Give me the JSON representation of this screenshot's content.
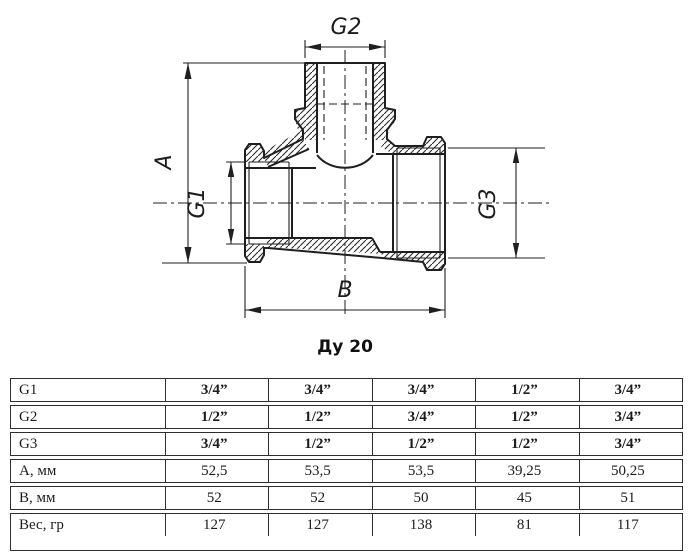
{
  "drawing": {
    "caption": "Ду 20",
    "labels": {
      "a": "A",
      "b": "B",
      "g1": "G1",
      "g2": "G2",
      "g3": "G3"
    }
  },
  "table": {
    "rows": [
      {
        "label": "G1",
        "values": [
          "3/4”",
          "3/4”",
          "3/4”",
          "1/2”",
          "3/4”"
        ]
      },
      {
        "label": "G2",
        "values": [
          "1/2”",
          "1/2”",
          "3/4”",
          "1/2”",
          "3/4”"
        ]
      },
      {
        "label": "G3",
        "values": [
          "3/4”",
          "1/2”",
          "1/2”",
          "1/2”",
          "3/4”"
        ]
      },
      {
        "label": "А, мм",
        "values": [
          "52,5",
          "53,5",
          "53,5",
          "39,25",
          "50,25"
        ]
      },
      {
        "label": "В, мм",
        "values": [
          "52",
          "52",
          "50",
          "45",
          "51"
        ]
      },
      {
        "label": "Вес, гр",
        "values": [
          "127",
          "127",
          "138",
          "81",
          "117"
        ]
      }
    ]
  },
  "colors": {
    "line": "#1f1f1f",
    "background": "#ffffff"
  }
}
